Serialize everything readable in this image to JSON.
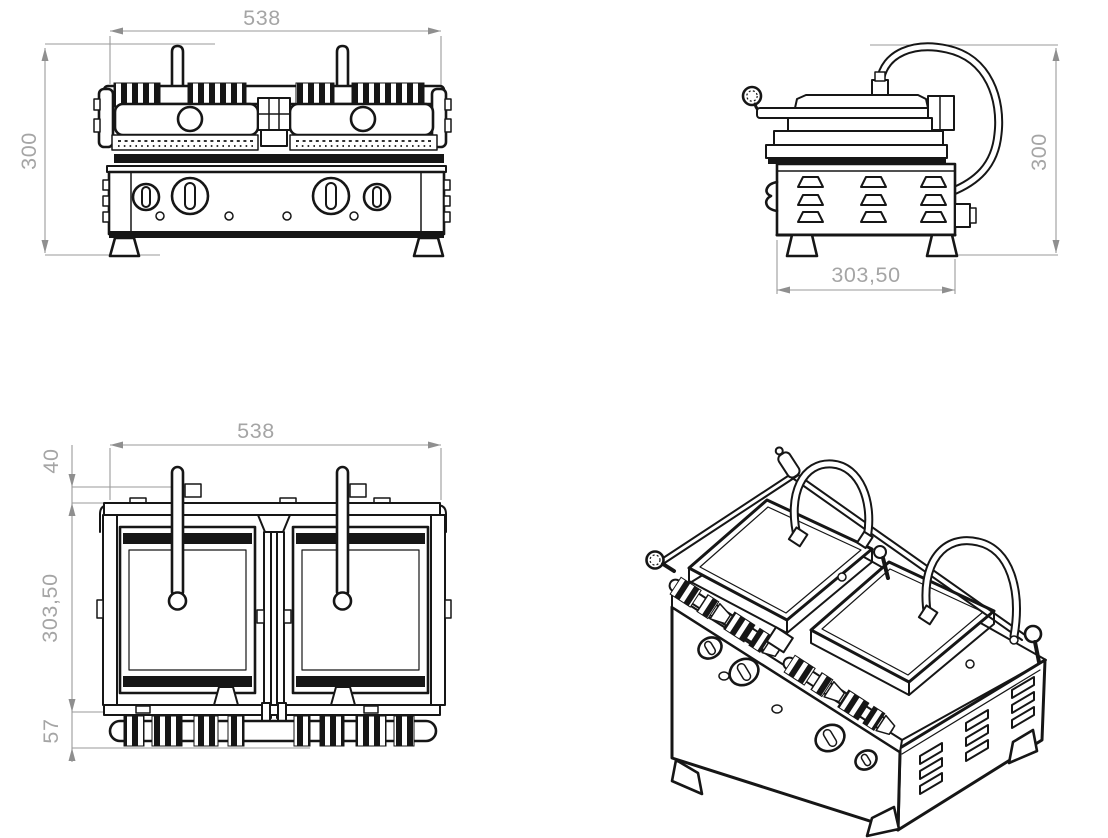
{
  "drawing": {
    "background_color": "#ffffff",
    "ink_color": "#161616",
    "dimension_line_color": "#9a9a9a",
    "dimension_text_color": "#a5a5a5"
  },
  "views": {
    "front_view": {
      "width": "538",
      "height": "300"
    },
    "side_view": {
      "height": "300",
      "depth": "303,50"
    },
    "top_view": {
      "width": "538",
      "handle_offset": "40",
      "depth": "303,50",
      "hinge_depth": "57"
    }
  }
}
